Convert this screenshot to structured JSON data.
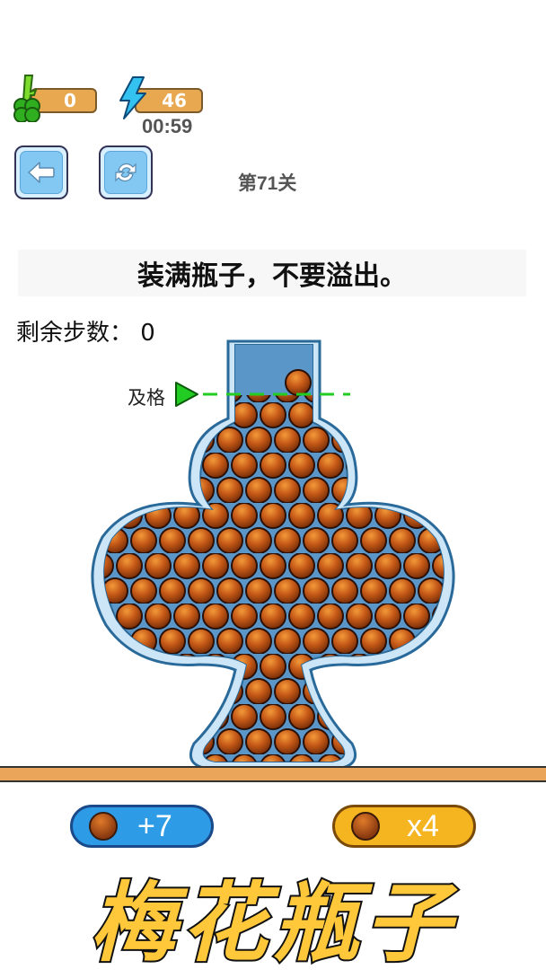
{
  "hud": {
    "keys_count": "0",
    "energy_count": "46",
    "timer": "00:59"
  },
  "nav": {
    "back_icon": "arrow-left-icon",
    "restart_icon": "refresh-icon",
    "level_label": "第71关"
  },
  "instruction": "装满瓶子，不要溢出。",
  "steps": {
    "label": "剩余步数：",
    "value": "0"
  },
  "pass_line": {
    "label": "及格",
    "color": "#22cc22"
  },
  "bottle": {
    "shape": "club (梅花)",
    "fill_color": "#5b96c9",
    "ball_color": "#c65a18"
  },
  "powerups": [
    {
      "label": "+7",
      "icon": "ball-icon",
      "color": "#2e9be6"
    },
    {
      "label": "x4",
      "icon": "ball-icon",
      "color": "#f5b521"
    }
  ],
  "banner_title": "梅花瓶子"
}
